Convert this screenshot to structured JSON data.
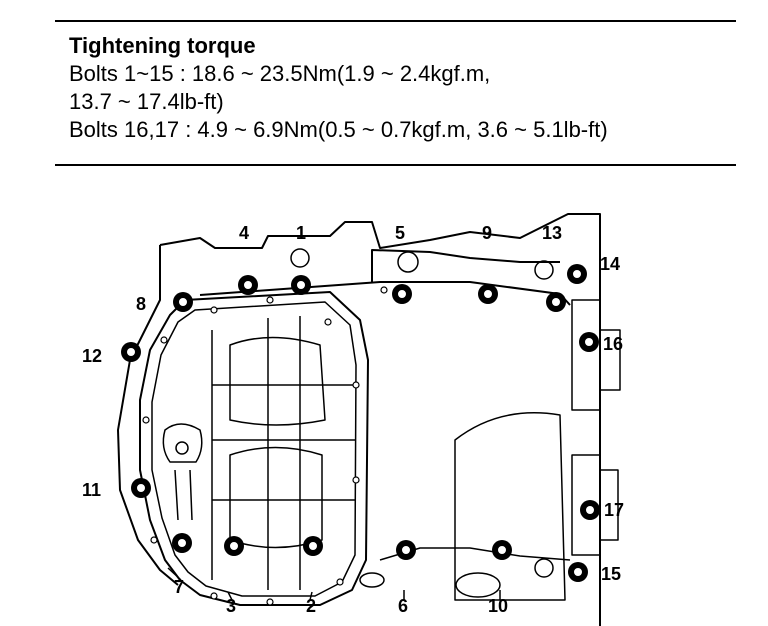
{
  "spec": {
    "title": "Tightening torque",
    "line1": "Bolts 1~15 :  18.6 ~ 23.5Nm(1.9 ~ 2.4kgf.m,",
    "line2": "13.7  ~  17.4lb-ft)",
    "line3": "Bolts 16,17 : 4.9 ~ 6.9Nm(0.5 ~ 0.7kgf.m, 3.6 ~ 5.1lb-ft)"
  },
  "bolts": [
    {
      "id": "1",
      "label": "1"
    },
    {
      "id": "2",
      "label": "2"
    },
    {
      "id": "3",
      "label": "3"
    },
    {
      "id": "4",
      "label": "4"
    },
    {
      "id": "5",
      "label": "5"
    },
    {
      "id": "6",
      "label": "6"
    },
    {
      "id": "7",
      "label": "7"
    },
    {
      "id": "8",
      "label": "8"
    },
    {
      "id": "9",
      "label": "9"
    },
    {
      "id": "10",
      "label": "10"
    },
    {
      "id": "11",
      "label": "11"
    },
    {
      "id": "12",
      "label": "12"
    },
    {
      "id": "13",
      "label": "13"
    },
    {
      "id": "14",
      "label": "14"
    },
    {
      "id": "15",
      "label": "15"
    },
    {
      "id": "16",
      "label": "16"
    },
    {
      "id": "17",
      "label": "17"
    }
  ]
}
